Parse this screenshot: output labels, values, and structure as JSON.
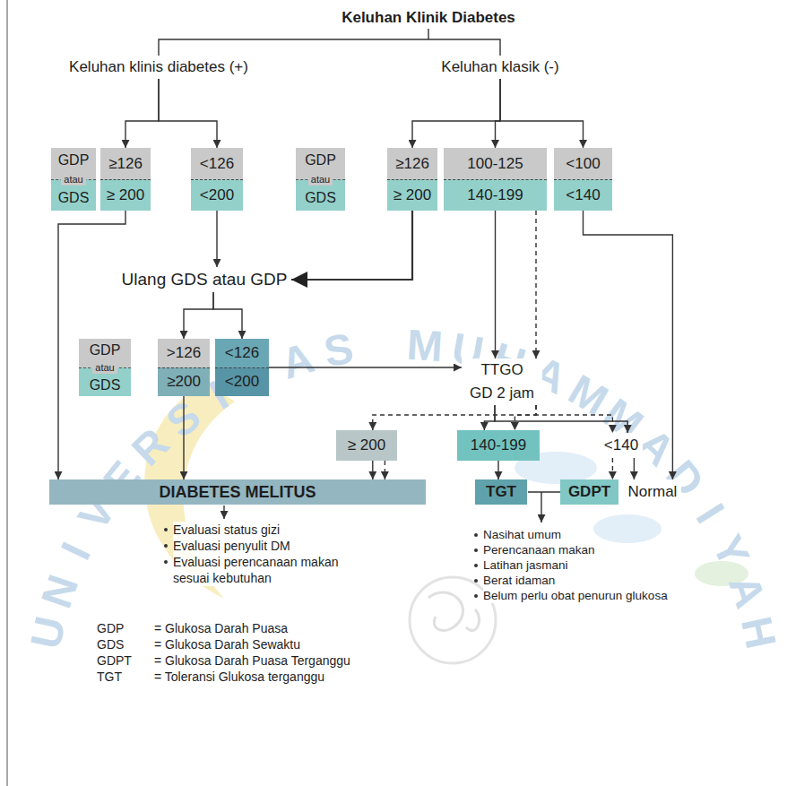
{
  "diagram": {
    "title": "Keluhan Klinik Diabetes",
    "nodes": [
      {
        "text": [
          "Keluhan klinis diabetes (+)"
        ]
      },
      {
        "text": [
          "Keluhan klasik (-)"
        ]
      },
      {
        "text": [
          "GDP",
          "atau",
          "GDS"
        ]
      },
      {
        "text": [
          "≥126",
          "≥ 200"
        ]
      },
      {
        "text": [
          "<126",
          "<200"
        ]
      },
      {
        "text": [
          "GDP",
          "atau",
          "GDS"
        ]
      },
      {
        "text": [
          "≥126",
          "≥ 200"
        ]
      },
      {
        "text": [
          "100-125",
          "140-199"
        ]
      },
      {
        "text": [
          "<100",
          "<140"
        ]
      },
      {
        "text": [
          "Ulang GDS atau GDP"
        ]
      },
      {
        "text": [
          "GDP",
          "atau",
          "GDS"
        ]
      },
      {
        "text": [
          ">126",
          "≥200"
        ]
      },
      {
        "text": [
          "<126",
          "<200"
        ]
      },
      {
        "text": [
          "TTGO",
          "GD 2 jam"
        ]
      },
      {
        "text": [
          "≥ 200"
        ]
      },
      {
        "text": [
          "140-199"
        ]
      },
      {
        "text": [
          "<140"
        ]
      },
      {
        "text": [
          "DIABETES MELITUS"
        ]
      },
      {
        "text": [
          "TGT"
        ]
      },
      {
        "text": [
          "GDPT"
        ]
      },
      {
        "text": [
          "Normal"
        ]
      }
    ],
    "edges": [
      {
        "from": 0,
        "to": 3,
        "arrow": "to"
      },
      {
        "from": 0,
        "to": 4,
        "arrow": "to"
      },
      {
        "from": 1,
        "to": 6,
        "arrow": "to"
      },
      {
        "from": 1,
        "to": 7,
        "arrow": "to"
      },
      {
        "from": 1,
        "to": 8,
        "arrow": "to"
      },
      {
        "from": 3,
        "to": 17,
        "arrow": "to"
      },
      {
        "from": 4,
        "to": 9,
        "arrow": "to"
      },
      {
        "from": 6,
        "to": 9,
        "arrow": "to"
      },
      {
        "from": 7,
        "to": 13,
        "arrow": "to"
      },
      {
        "from": 7,
        "to": 13,
        "arrow": "to"
      },
      {
        "from": 8,
        "to": 20,
        "arrow": "to"
      },
      {
        "from": 9,
        "to": 11,
        "arrow": "to"
      },
      {
        "from": 9,
        "to": 12,
        "arrow": "to"
      },
      {
        "from": 11,
        "to": 17,
        "arrow": "to"
      },
      {
        "from": 12,
        "to": 13,
        "arrow": "to"
      },
      {
        "from": 13,
        "to": 14,
        "arrow": "to"
      },
      {
        "from": 13,
        "to": 15,
        "arrow": "to"
      },
      {
        "from": 13,
        "to": 15,
        "arrow": "to"
      },
      {
        "from": 13,
        "to": 16,
        "arrow": "to"
      },
      {
        "from": 13,
        "to": 16,
        "arrow": "to"
      },
      {
        "from": 14,
        "to": 17,
        "arrow": "to"
      },
      {
        "from": 14,
        "to": 17,
        "arrow": "to"
      },
      {
        "from": 15,
        "to": 18,
        "arrow": "to"
      },
      {
        "from": 16,
        "to": 19,
        "arrow": "to"
      },
      {
        "from": 16,
        "to": 20,
        "arrow": "to"
      }
    ],
    "labels": [
      "Evaluasi status gizi",
      "Evaluasi penyulit DM",
      "Evaluasi perencanaan makan sesuai kebutuhan",
      "Nasihat umum",
      "Perencanaan makan",
      "Latihan jasmani",
      "Berat idaman",
      "Belum perlu obat penurun glukosa",
      "GDP",
      "= Glukosa Darah Puasa",
      "GDS",
      "= Glukosa Darah Sewaktu",
      "GDPT",
      "= Glukosa Darah Puasa Terganggu",
      "TGT",
      "= Toleransi Glukosa terganggu",
      "UNIVERSITAS MUHAMMADIYAH"
    ]
  }
}
